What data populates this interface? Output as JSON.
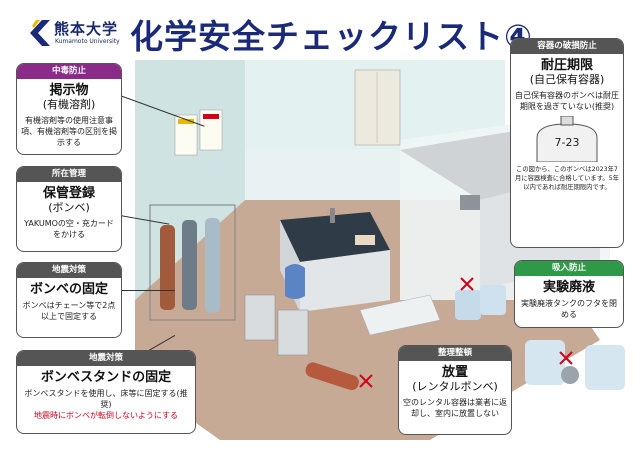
{
  "logo": {
    "jp": "熊本大学",
    "en": "Kumamoto University"
  },
  "title": "化学安全チェックリスト④",
  "colors": {
    "navy": "#1b2a78",
    "purple": "#8a2b8a",
    "gray_header": "#555555",
    "green": "#2e9a48",
    "red_mark": "#d0021b",
    "room_wall": "#dfeeee",
    "room_floor": "#c6a894"
  },
  "cards": {
    "poster": {
      "header": "中毒防止",
      "title": "掲示物",
      "subtitle": "(有機溶剤)",
      "desc": "有機溶剤等の使用注意事項、有機溶剤等の区別を掲示する"
    },
    "cylinder_reg": {
      "header": "所在管理",
      "title": "保管登録",
      "subtitle": "(ボンベ)",
      "desc": "YAKUMOの空・充カードをかける"
    },
    "cylinder_fix": {
      "header": "地震対策",
      "title": "ボンベの固定",
      "desc": "ボンベはチェーン等で2点以上で固定する"
    },
    "stand_fix": {
      "header": "地震対策",
      "title": "ボンベスタンドの固定",
      "desc": "ボンベスタンドを使用し、床等に固定する(推奨)",
      "warning": "地震時にボンベが転倒しないようにする"
    },
    "expiry": {
      "header": "容器の破損防止",
      "title": "耐圧期限",
      "subtitle": "(自己保有容器)",
      "desc": "自己保有容器のボンベは耐圧期限を過ぎていない(推奨)",
      "stamp": "7-23",
      "note": "この図から、このボンベは2023年7月に容器検査に合格しています。5年以内であれば耐圧期限内です。"
    },
    "waste": {
      "header": "吸入防止",
      "title": "実験廃液",
      "desc": "実験廃液タンクのフタを閉める"
    },
    "rental": {
      "header": "整理整頓",
      "title": "放置",
      "subtitle": "(レンタルボンベ)",
      "desc": "空のレンタル容器は業者に返却し、室内に放置しない"
    }
  }
}
